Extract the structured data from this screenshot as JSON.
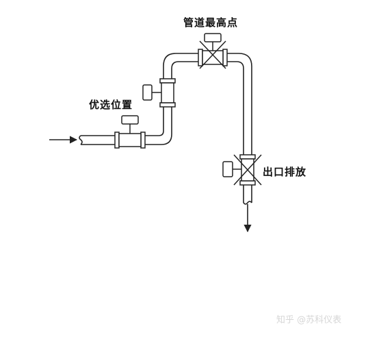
{
  "labels": {
    "preferred_position": "优选位置",
    "pipe_highest_point": "管道最高点",
    "outlet_discharge": "出口排放"
  },
  "watermark": "知乎 @苏科仪表",
  "colors": {
    "line": "#222222",
    "fill": "#ffffff",
    "background": "#ffffff"
  }
}
